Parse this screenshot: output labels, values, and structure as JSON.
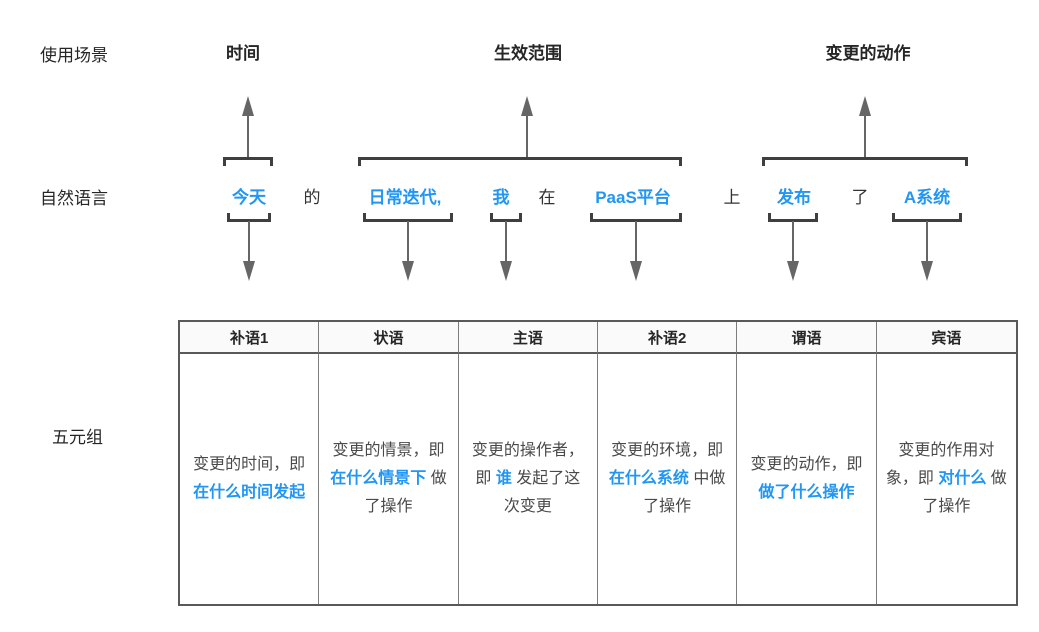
{
  "colors": {
    "highlight": "#2196f3",
    "ink": "#262626",
    "cell_text": "#4a4a4a",
    "arrow": "#666666",
    "bracket": "#3f3f3f",
    "table_border": "#595959"
  },
  "row_labels": {
    "scenario": "使用场景",
    "natural_language": "自然语言",
    "five_tuple": "五元组"
  },
  "group_headers": [
    {
      "label": "时间"
    },
    {
      "label": "生效范围"
    },
    {
      "label": "变更的动作"
    }
  ],
  "sentence": {
    "tokens": [
      {
        "text": "今天",
        "highlight": true
      },
      {
        "text": "的",
        "highlight": false
      },
      {
        "text": "日常迭代,",
        "highlight": true
      },
      {
        "text": "我",
        "highlight": true
      },
      {
        "text": "在",
        "highlight": false
      },
      {
        "text": "PaaS平台",
        "highlight": true
      },
      {
        "text": "上",
        "highlight": false
      },
      {
        "text": "发布",
        "highlight": true
      },
      {
        "text": "了",
        "highlight": false
      },
      {
        "text": "A系统",
        "highlight": true
      }
    ]
  },
  "table": {
    "columns": [
      {
        "header": "补语1",
        "segments": [
          {
            "text": "变更的时间，即 "
          },
          {
            "text": "在什么时间发起",
            "highlight": true
          }
        ]
      },
      {
        "header": "状语",
        "segments": [
          {
            "text": "变更的情景，即 "
          },
          {
            "text": "在什么情景下",
            "highlight": true
          },
          {
            "text": " 做了操作"
          }
        ]
      },
      {
        "header": "主语",
        "segments": [
          {
            "text": "变更的操作者，即 "
          },
          {
            "text": "谁",
            "highlight": true
          },
          {
            "text": " 发起了这次变更"
          }
        ]
      },
      {
        "header": "补语2",
        "segments": [
          {
            "text": "变更的环境，即 "
          },
          {
            "text": "在什么系统",
            "highlight": true
          },
          {
            "text": " 中做了操作"
          }
        ]
      },
      {
        "header": "谓语",
        "segments": [
          {
            "text": "变更的动作，即 "
          },
          {
            "text": "做了什么操作",
            "highlight": true
          }
        ]
      },
      {
        "header": "宾语",
        "segments": [
          {
            "text": "变更的作用对象，即 "
          },
          {
            "text": "对什么",
            "highlight": true
          },
          {
            "text": " 做了操作"
          }
        ]
      }
    ]
  }
}
